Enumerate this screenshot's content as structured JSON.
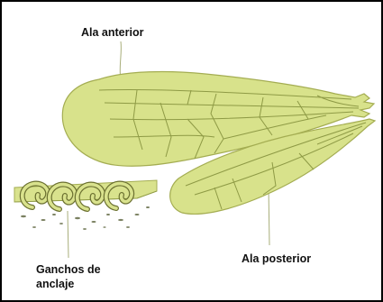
{
  "labels": {
    "ala_anterior": "Ala anterior",
    "ala_posterior": "Ala posterior",
    "ganchos_line1": "Ganchos de",
    "ganchos_line2": "anclaje"
  },
  "colors": {
    "wing_fill": "#d8e28b",
    "wing_outline": "#a4ad52",
    "vein": "#8e9a45",
    "hook_fill": "#d9e28d",
    "hook_outline": "#6b7030",
    "leader_line": "#a8ae7a",
    "speck": "#7a8060"
  }
}
